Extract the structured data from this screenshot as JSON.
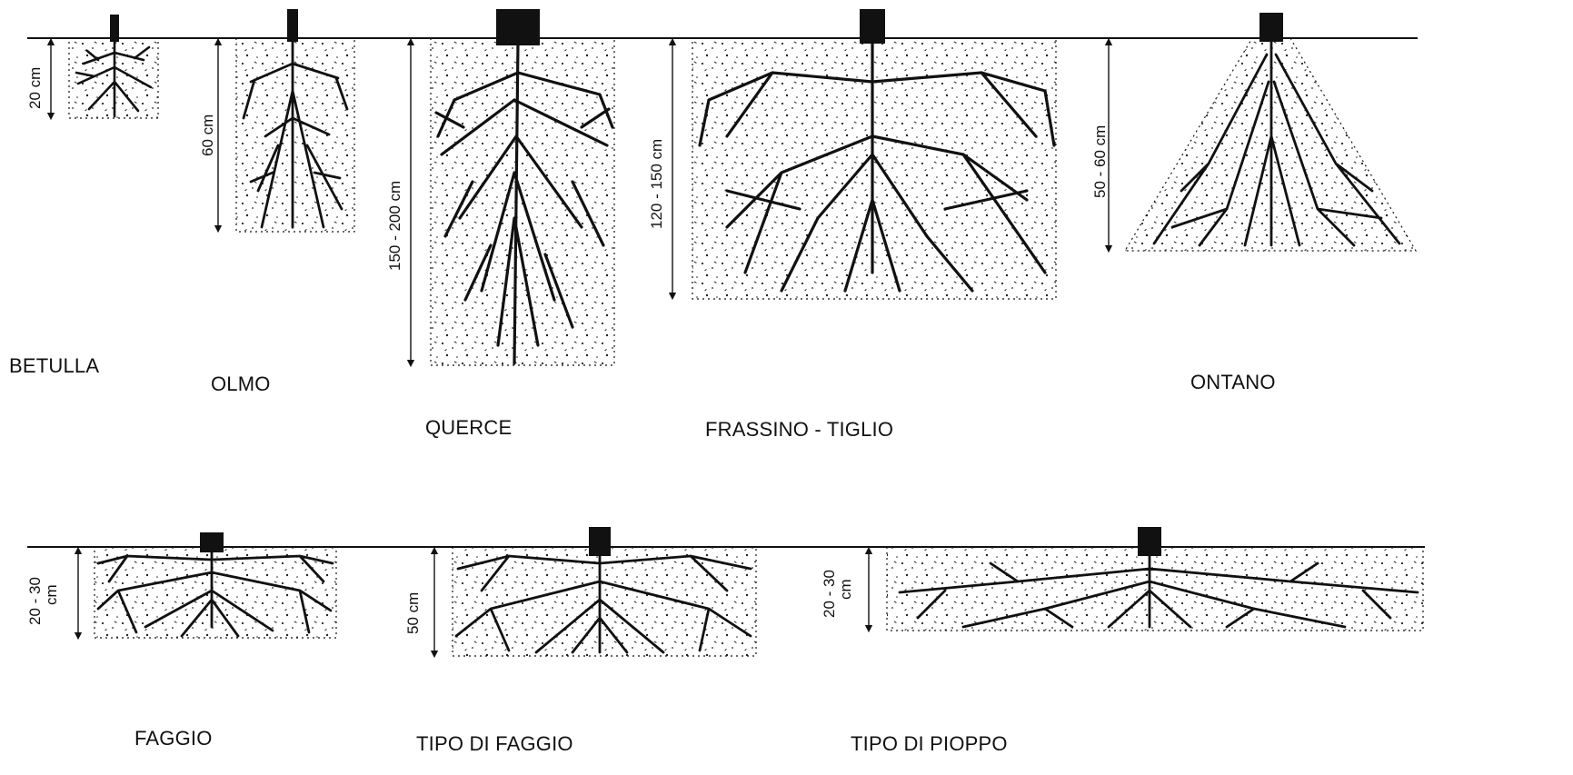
{
  "species": {
    "betulla": {
      "name": "BETULLA",
      "depth": "20 cm"
    },
    "olmo": {
      "name": "OLMO",
      "depth": "60 cm"
    },
    "querce": {
      "name": "QUERCE",
      "depth": "150 - 200 cm"
    },
    "frassino_tiglio": {
      "name": "FRASSINO - TIGLIO",
      "depth": "120 - 150 cm"
    },
    "ontano": {
      "name": "ONTANO",
      "depth": "50 - 60 cm"
    },
    "faggio": {
      "name": "FAGGIO",
      "depth_line1": "20 - 30",
      "depth_line2": "cm"
    },
    "tipo_faggio": {
      "name": "TIPO DI FAGGIO",
      "depth": "50 cm"
    },
    "tipo_pioppo": {
      "name": "TIPO DI PIOPPO",
      "depth_line1": "20 - 30",
      "depth_line2": "cm"
    }
  },
  "colors": {
    "ink": "#111111",
    "paper": "#ffffff"
  }
}
